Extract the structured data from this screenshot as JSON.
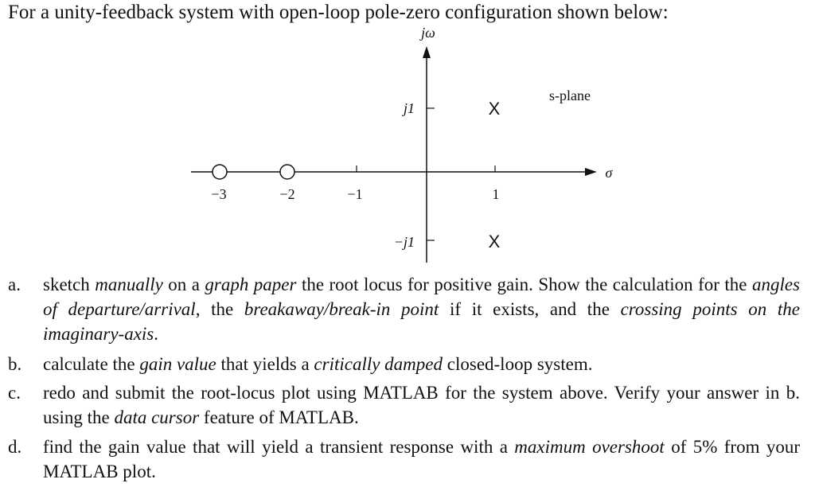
{
  "intro": "For a unity-feedback system with open-loop pole-zero configuration shown below:",
  "figure": {
    "vertical_axis_label": "jω",
    "horizontal_axis_label": "σ",
    "plane_label": "s-plane",
    "imag_tick_labels": {
      "pos": "j1",
      "neg": "−j1"
    },
    "real_tick_labels": [
      "−3",
      "−2",
      "−1",
      "1"
    ],
    "poles": [
      {
        "re": 1,
        "im": 1,
        "glyph": "X"
      },
      {
        "re": 1,
        "im": -1,
        "glyph": "X"
      }
    ],
    "zeros": [
      {
        "re": -3,
        "im": 0
      },
      {
        "re": -2,
        "im": 0
      }
    ]
  },
  "questions": [
    {
      "letter": "a.",
      "segments": [
        {
          "t": "sketch "
        },
        {
          "t": "manually",
          "i": true
        },
        {
          "t": " on a "
        },
        {
          "t": "graph paper",
          "i": true
        },
        {
          "t": " the root locus for positive gain. Show the calculation for the "
        },
        {
          "t": "angles of departure/arrival",
          "i": true
        },
        {
          "t": ", the "
        },
        {
          "t": "breakaway/break-in point",
          "i": true
        },
        {
          "t": " if it exists, and the "
        },
        {
          "t": "crossing points on the imaginary-axis",
          "i": true
        },
        {
          "t": "."
        }
      ]
    },
    {
      "letter": "b.",
      "segments": [
        {
          "t": "calculate the "
        },
        {
          "t": "gain value",
          "i": true
        },
        {
          "t": " that yields a "
        },
        {
          "t": "critically damped",
          "i": true
        },
        {
          "t": " closed-loop system."
        }
      ]
    },
    {
      "letter": "c.",
      "segments": [
        {
          "t": "redo and submit the root-locus plot using MATLAB for the system above. Verify your answer in b. using the "
        },
        {
          "t": "data cursor",
          "i": true
        },
        {
          "t": " feature of MATLAB."
        }
      ]
    },
    {
      "letter": "d.",
      "segments": [
        {
          "t": "find the gain value that will yield a transient response with a "
        },
        {
          "t": "maximum overshoot",
          "i": true
        },
        {
          "t": " of 5% from your MATLAB plot."
        }
      ]
    }
  ]
}
